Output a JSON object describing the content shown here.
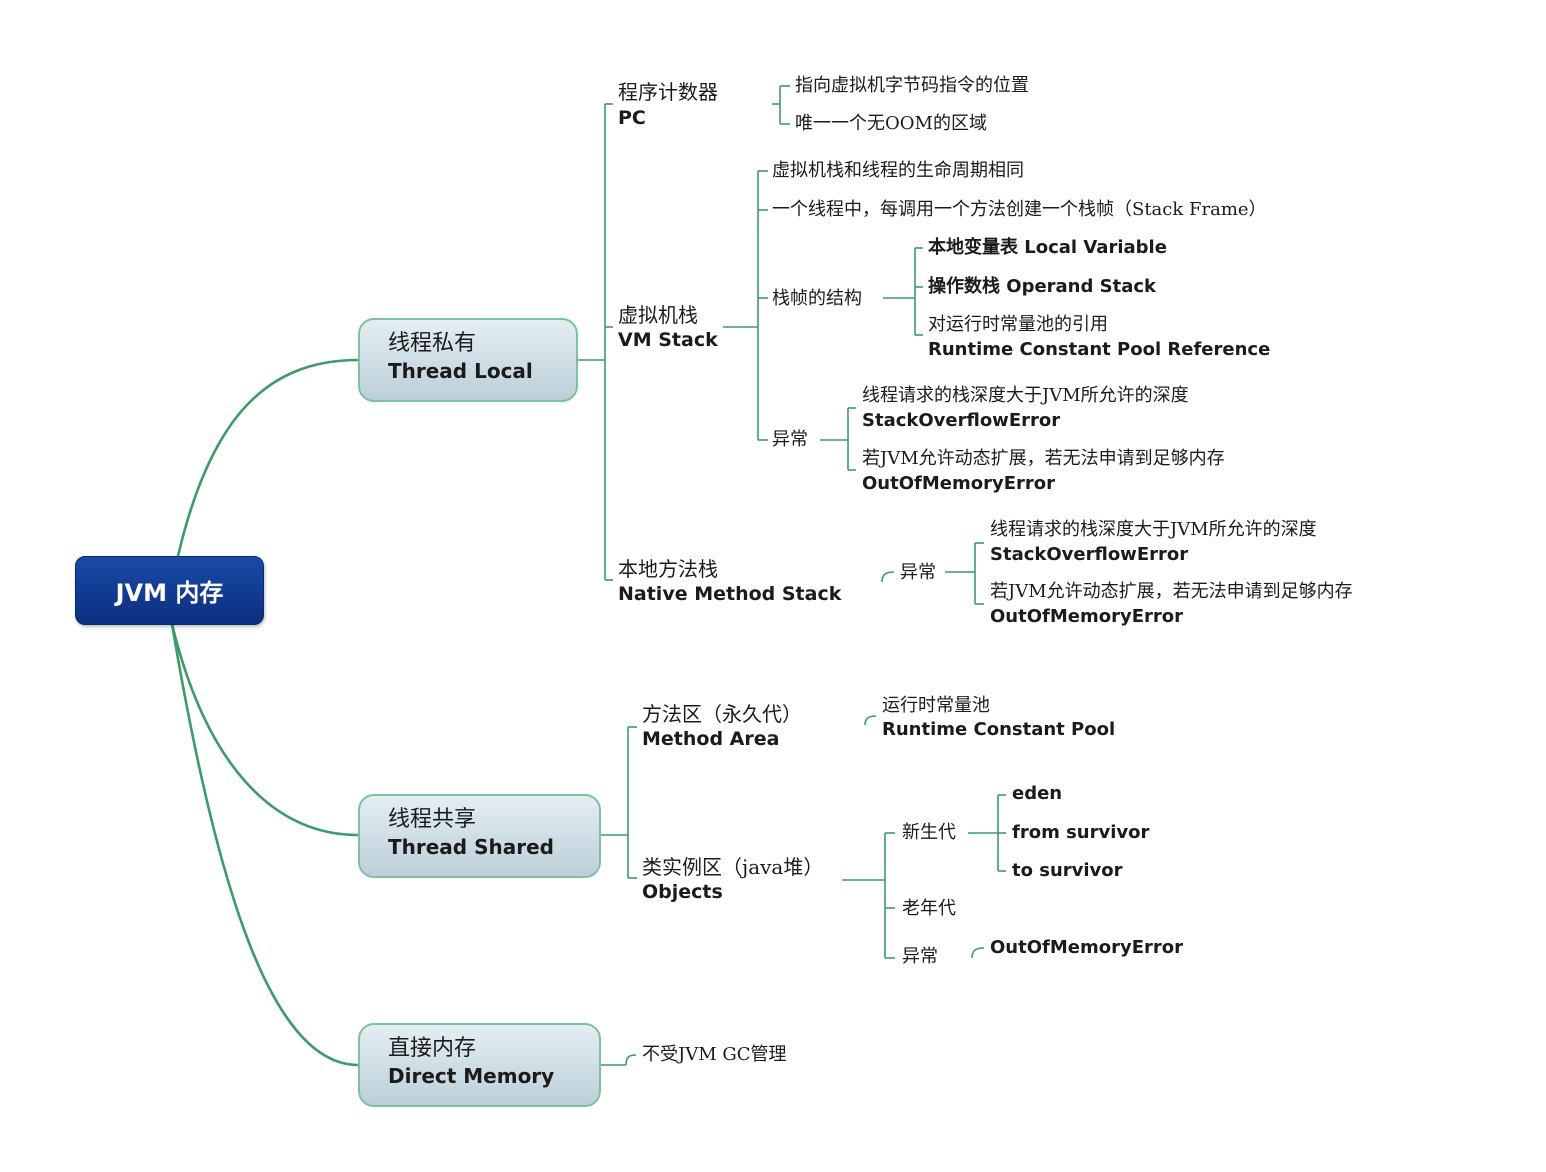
{
  "root": {
    "title": "JVM 内存"
  },
  "branches": {
    "thread_local": {
      "zh": "线程私有",
      "en": "Thread Local",
      "pc": {
        "zh": "程序计数器",
        "en": "PC",
        "items": [
          "指向虚拟机字节码指令的位置",
          "唯一一个无OOM的区域"
        ]
      },
      "vm_stack": {
        "zh": "虚拟机栈",
        "en": "VM Stack",
        "item1": "虚拟机栈和线程的生命周期相同",
        "item2": "一个线程中，每调用一个方法创建一个栈帧（Stack Frame）",
        "frame": {
          "label": "栈帧的结构",
          "local_var": "本地变量表 Local Variable",
          "operand": "操作数栈 Operand Stack",
          "pool_zh": "对运行时常量池的引用",
          "pool_en": "Runtime Constant Pool Reference"
        },
        "exception": {
          "label": "异常",
          "so_zh": "线程请求的栈深度大于JVM所允许的深度",
          "so_en": "StackOverflowError",
          "oom_zh": "若JVM允许动态扩展，若无法申请到足够内存",
          "oom_en": "OutOfMemoryError"
        }
      },
      "native_stack": {
        "zh": "本地方法栈",
        "en": "Native Method Stack",
        "exception": {
          "label": "异常",
          "so_zh": "线程请求的栈深度大于JVM所允许的深度",
          "so_en": "StackOverflowError",
          "oom_zh": "若JVM允许动态扩展，若无法申请到足够内存",
          "oom_en": "OutOfMemoryError"
        }
      }
    },
    "thread_shared": {
      "zh": "线程共享",
      "en": "Thread Shared",
      "method_area": {
        "zh": "方法区（永久代）",
        "en": "Method Area",
        "pool_zh": "运行时常量池",
        "pool_en": "Runtime Constant Pool"
      },
      "objects": {
        "zh": "类实例区（java堆）",
        "en": "Objects",
        "young": {
          "label": "新生代",
          "items": [
            "eden",
            "from survivor",
            "to survivor"
          ]
        },
        "old": "老年代",
        "exception": {
          "label": "异常",
          "error": "OutOfMemoryError"
        }
      }
    },
    "direct_memory": {
      "zh": "直接内存",
      "en": "Direct Memory",
      "note": "不受JVM GC管理"
    }
  },
  "colors": {
    "connector": "#3f9a6a",
    "root_fill": "#0b2f80",
    "branch_fill": "#bccfd9",
    "branch_border": "#7fc19a"
  }
}
